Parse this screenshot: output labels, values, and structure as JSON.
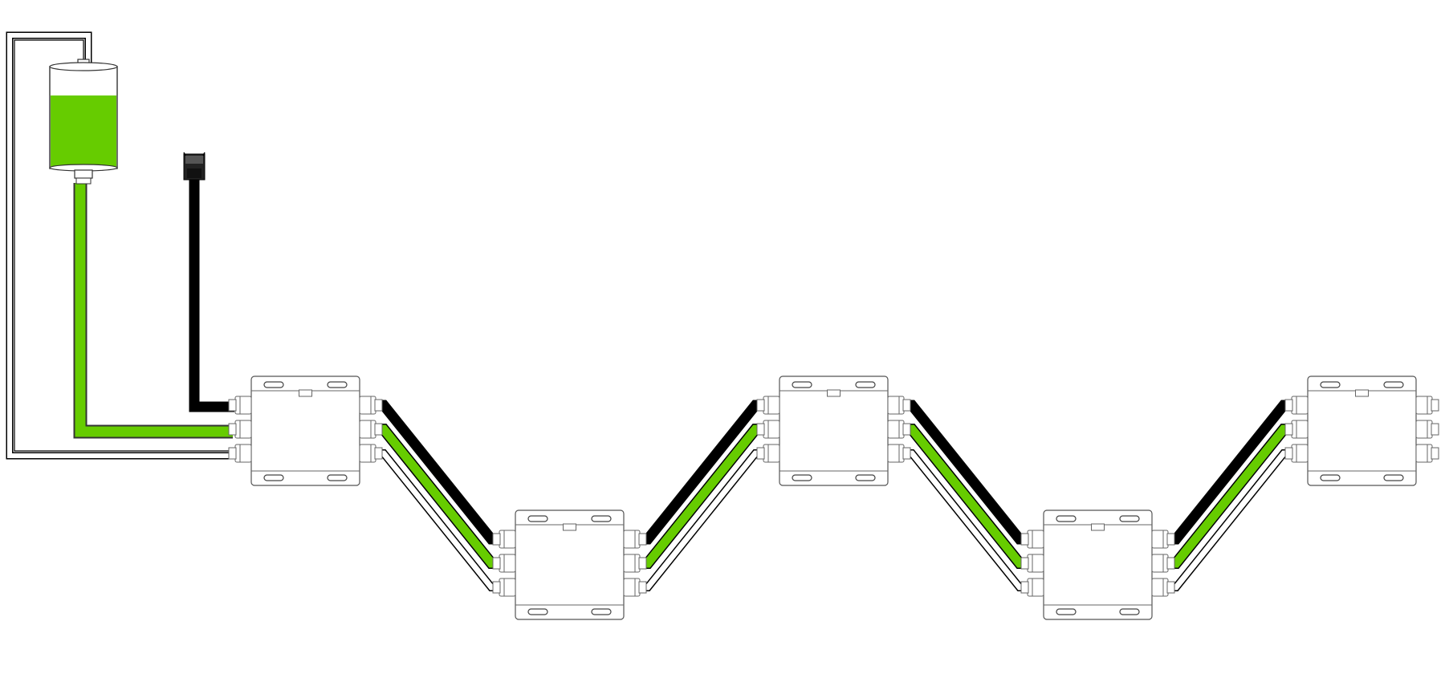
{
  "diagram": {
    "colors": {
      "liquid": "#66cc00",
      "black_line": "#000000",
      "outline": "#555555",
      "background": "#ffffff"
    },
    "modules": [
      {
        "id": "module-1",
        "row": "top"
      },
      {
        "id": "module-2",
        "row": "bottom"
      },
      {
        "id": "module-3",
        "row": "top"
      },
      {
        "id": "module-4",
        "row": "bottom"
      },
      {
        "id": "module-5",
        "row": "top"
      }
    ],
    "connections": [
      {
        "from": "reservoir-tank",
        "to": "module-1",
        "type": "green-tube"
      },
      {
        "from": "reservoir-tank",
        "to": "module-1",
        "type": "return-line"
      },
      {
        "from": "power-plug",
        "to": "module-1",
        "type": "black-cable"
      },
      {
        "from": "module-1",
        "to": "module-2",
        "type": "bundle"
      },
      {
        "from": "module-2",
        "to": "module-3",
        "type": "bundle"
      },
      {
        "from": "module-3",
        "to": "module-4",
        "type": "bundle"
      },
      {
        "from": "module-4",
        "to": "module-5",
        "type": "bundle"
      }
    ],
    "reservoir": {
      "fill_level": 0.72,
      "icon": "tank-icon"
    },
    "plug": {
      "icon": "power-plug-icon"
    }
  }
}
